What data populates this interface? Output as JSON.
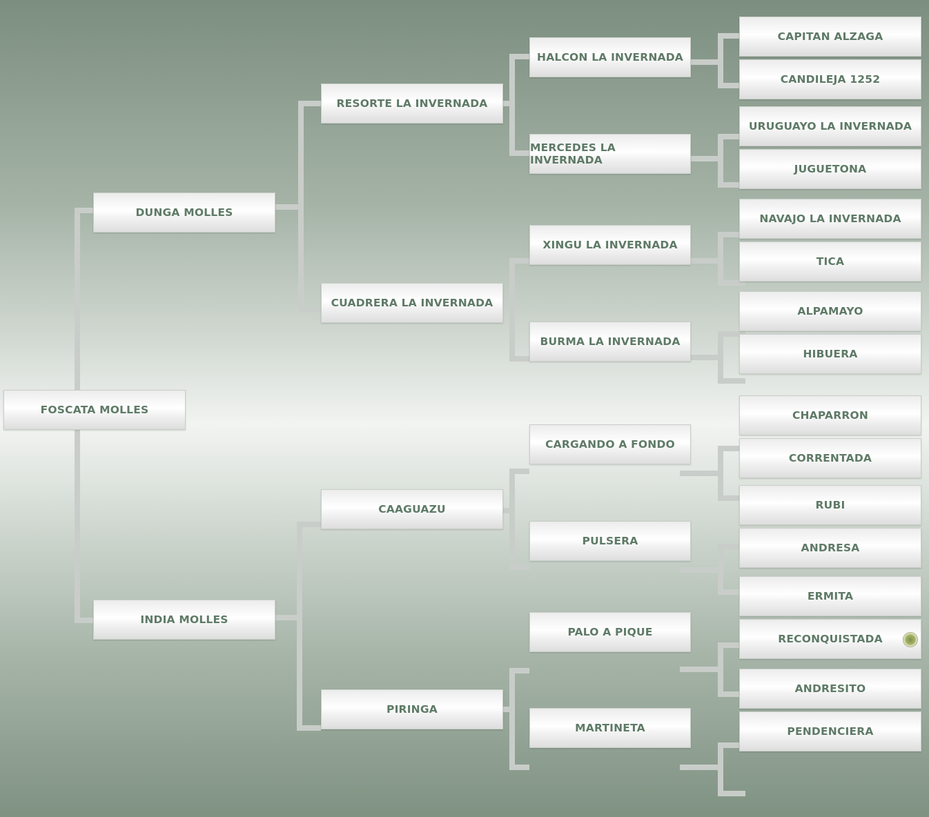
{
  "pedigree": {
    "subject": "FOSCATA MOLLES",
    "sire": "DUNGA MOLLES",
    "dam": "INDIA MOLLES",
    "gen2": [
      "RESORTE LA INVERNADA",
      "CUADRERA LA INVERNADA",
      "CAAGUAZU",
      "PIRINGA"
    ],
    "gen3": [
      "HALCON LA INVERNADA",
      "MERCEDES LA INVERNADA",
      "XINGU LA INVERNADA",
      "BURMA LA INVERNADA",
      "CARGANDO A FONDO",
      "PULSERA",
      "PALO A PIQUE",
      "MARTINETA"
    ],
    "gen4": [
      "CAPITAN ALZAGA",
      "CANDILEJA 1252",
      "URUGUAYO LA INVERNADA",
      "JUGUETONA",
      "NAVAJO LA INVERNADA",
      "TICA",
      "ALPAMAYO",
      "HIBUERA",
      "CHAPARRON",
      "CORRENTADA",
      "RUBI",
      "ANDRESA",
      "ERMITA",
      "RECONQUISTADA",
      "ANDRESITO",
      "PENDENCIERA"
    ]
  },
  "seal_icon": "seal-icon",
  "colors": {
    "text": "#5e7a66",
    "connector": "#c9cdc9"
  }
}
